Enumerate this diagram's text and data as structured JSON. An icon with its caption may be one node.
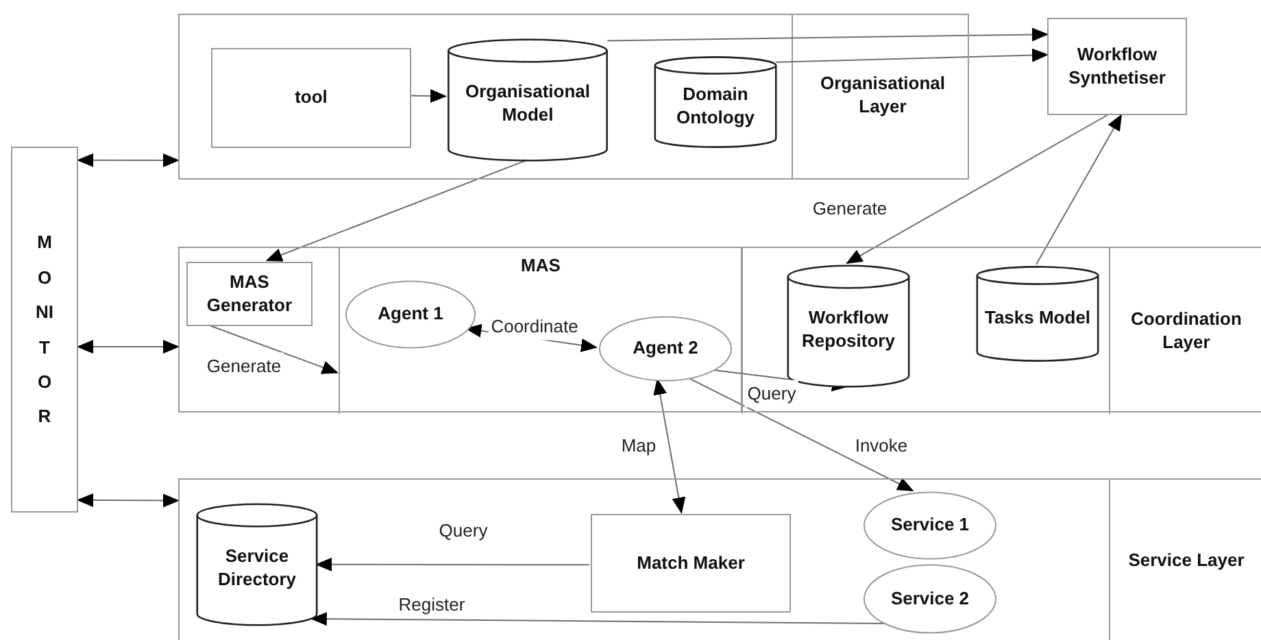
{
  "diagram": {
    "nodes": [
      {
        "text": [],
        "shape": "box"
      },
      {
        "text": [
          "tool"
        ],
        "in": 0
      },
      {
        "text": [
          "Organisational Model"
        ],
        "in": 0
      },
      {
        "text": [
          "Domain Ontology"
        ],
        "in": 0
      },
      {
        "text": [
          "Organisational Layer"
        ],
        "in": 0
      },
      {
        "text": [
          "Workflow Synthetiser"
        ]
      },
      {
        "text": [
          "MONITOR"
        ]
      },
      {
        "text": [],
        "shape": "box"
      },
      {
        "text": [
          "MAS Generator"
        ],
        "in": 7
      },
      {
        "text": [
          "MAS"
        ],
        "in": 7
      },
      {
        "text": [
          "Agent 1"
        ],
        "in": 9
      },
      {
        "text": [
          "Agent 2"
        ],
        "in": 9
      },
      {
        "text": [
          "Workflow Repository"
        ],
        "in": 7
      },
      {
        "text": [
          "Tasks Model"
        ],
        "in": 7
      },
      {
        "text": [
          "Coordination Layer"
        ],
        "in": 7
      },
      {
        "text": [],
        "shape": "box"
      },
      {
        "text": [
          "Service Directory"
        ],
        "in": 15
      },
      {
        "text": [
          "Match Maker"
        ],
        "in": 15
      },
      {
        "text": [
          "Service 1"
        ],
        "in": 15
      },
      {
        "text": [
          "Service 2"
        ],
        "in": 15
      },
      {
        "text": [
          "Service Layer"
        ],
        "in": 15
      }
    ],
    "edges": [
      {
        "from": 6,
        "to": 0,
        "arrow": "both"
      },
      {
        "from": 6,
        "to": 7,
        "arrow": "both"
      },
      {
        "from": 6,
        "to": 15,
        "arrow": "both"
      },
      {
        "from": 1,
        "to": 2,
        "arrow": "to"
      },
      {
        "from": 2,
        "to": 5,
        "arrow": "to"
      },
      {
        "from": 3,
        "to": 5,
        "arrow": "to"
      },
      {
        "from": 5,
        "to": 12,
        "arrow": "to",
        "label": "Generate"
      },
      {
        "from": 13,
        "to": 5,
        "arrow": "to"
      },
      {
        "from": 2,
        "to": 8,
        "arrow": "to"
      },
      {
        "from": 8,
        "to": 9,
        "arrow": "to",
        "label": "Generate"
      },
      {
        "from": 10,
        "to": 11,
        "arrow": "both",
        "label": "Coordinate"
      },
      {
        "from": 11,
        "to": 12,
        "arrow": "to",
        "label": "Query"
      },
      {
        "from": 11,
        "to": 18,
        "arrow": "to",
        "label": "Invoke"
      },
      {
        "from": 11,
        "to": 17,
        "arrow": "both",
        "label": "Map"
      },
      {
        "from": 17,
        "to": 16,
        "arrow": "to",
        "label": "Query"
      },
      {
        "from": 19,
        "to": 16,
        "arrow": "to",
        "label": "Register"
      }
    ]
  }
}
